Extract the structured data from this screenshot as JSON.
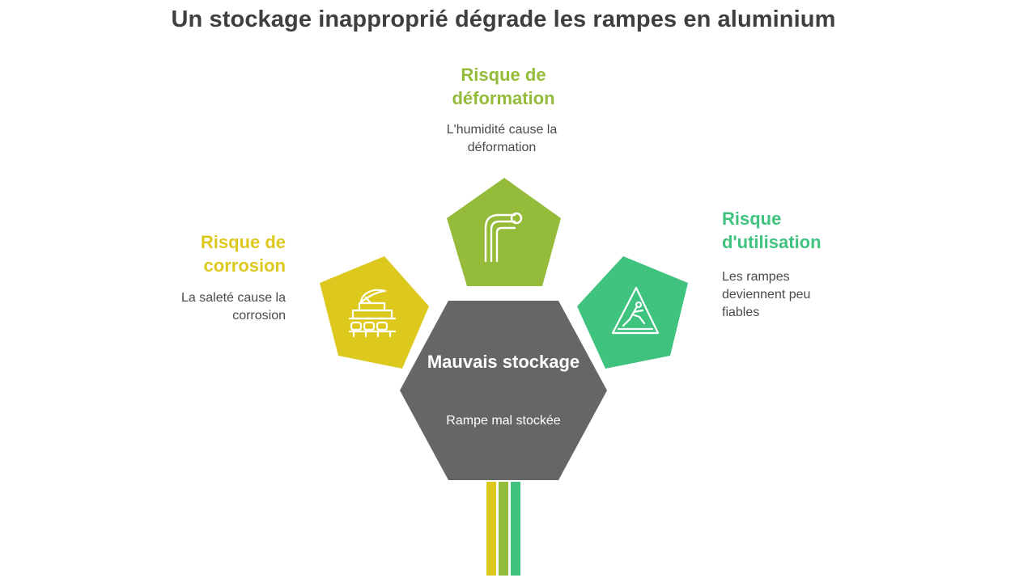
{
  "title": "Un stockage inapproprié dégrade les rampes en aluminium",
  "center": {
    "title": "Mauvais stockage",
    "description": "Rampe mal stockée",
    "color": "#666666"
  },
  "branches": [
    {
      "title": "Risque de corrosion",
      "description": "La saleté cause la corrosion",
      "color": "#DDC81E",
      "icon": "grill-icon"
    },
    {
      "title": "Risque de déformation",
      "description": "L'humidité cause la déformation",
      "color": "#94BB3A",
      "icon": "bent-pipe-icon"
    },
    {
      "title": "Risque d'utilisation",
      "description": "Les rampes deviennent peu fiables",
      "color": "#3FC37F",
      "icon": "slip-warning-icon"
    }
  ]
}
